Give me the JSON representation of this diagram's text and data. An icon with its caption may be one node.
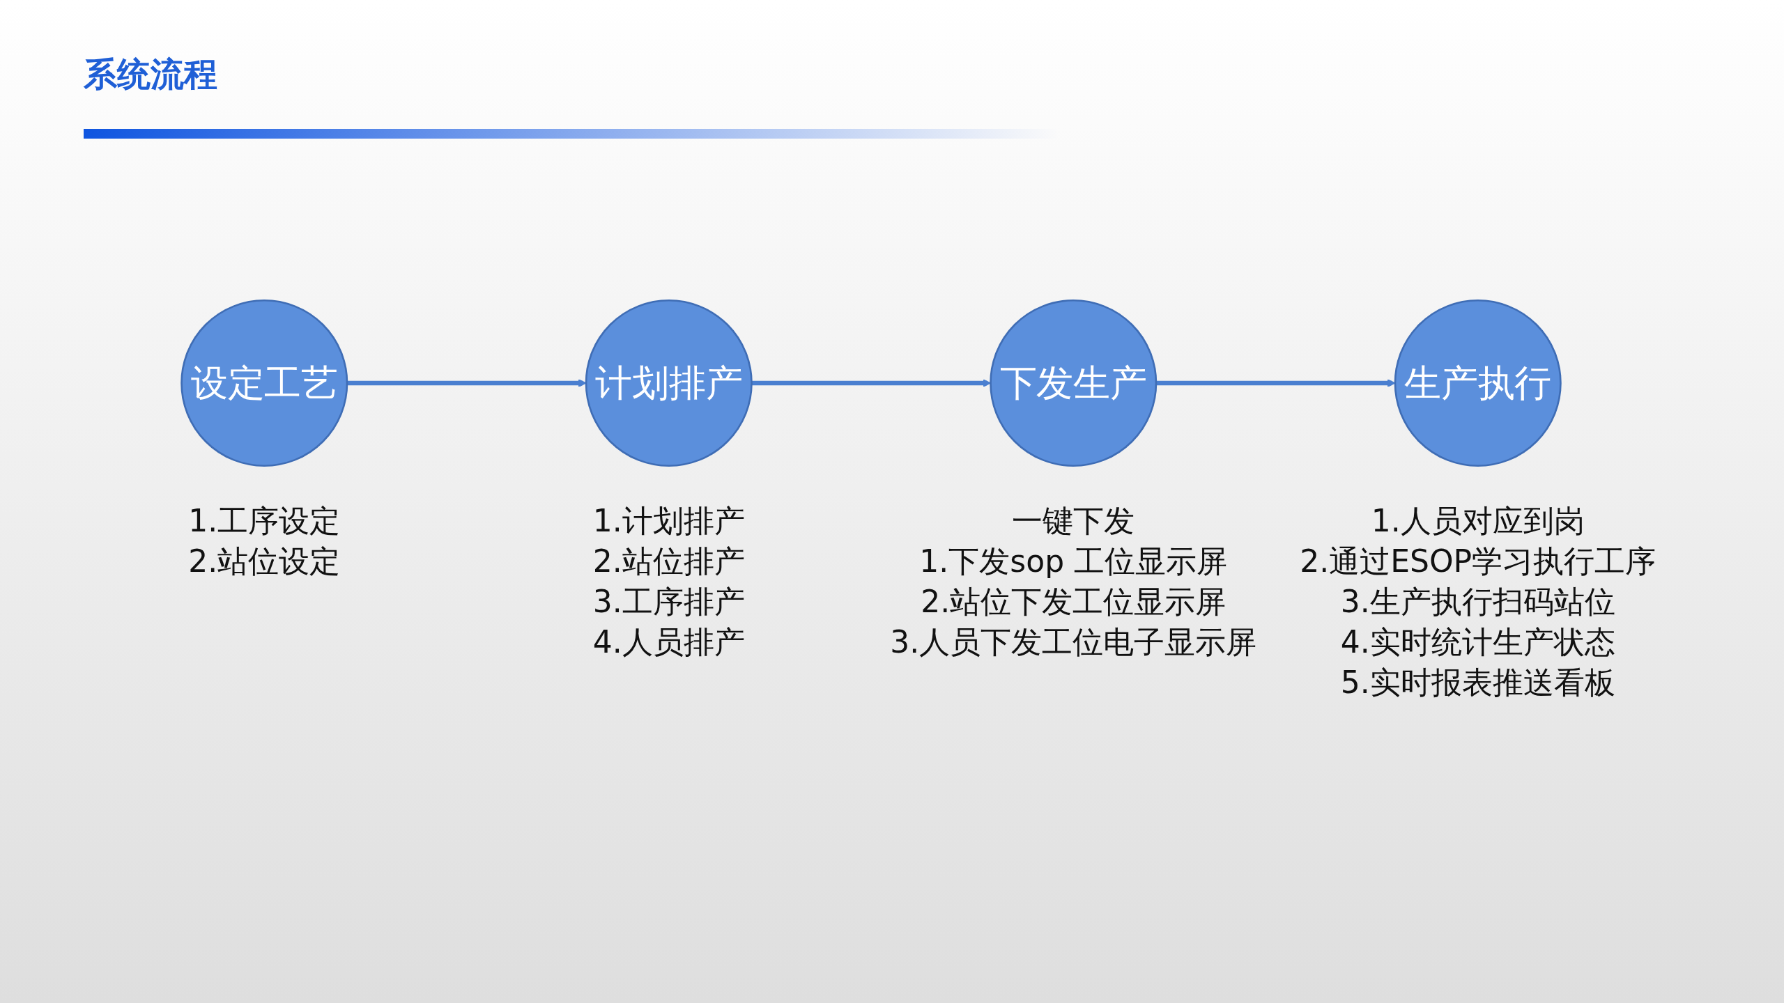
{
  "diagram": {
    "title": "系统流程",
    "nodes": [
      {
        "text": [
          "设定工艺"
        ],
        "beside": [
          "1.工序设定",
          "2.站位设定"
        ]
      },
      {
        "text": [
          "计划排产"
        ],
        "beside": [
          "1.计划排产",
          "2.站位排产",
          "3.工序排产",
          "4.人员排产"
        ]
      },
      {
        "text": [
          "下发生产"
        ],
        "beside": [
          "一键下发",
          "1.下发sop 工位显示屏",
          "2.站位下发工位显示屏",
          "3.人员下发工位电子显示屏"
        ]
      },
      {
        "text": [
          "生产执行"
        ],
        "beside": [
          "1.人员对应到岗",
          "2.通过ESOP学习执行工序",
          "3.生产执行扫码站位",
          "4.实时统计生产状态",
          "5.实时报表推送看板"
        ]
      }
    ],
    "edges": [
      {
        "from": 0,
        "to": 1,
        "arrow": "to"
      },
      {
        "from": 1,
        "to": 2,
        "arrow": "to"
      },
      {
        "from": 2,
        "to": 3,
        "arrow": "to"
      }
    ]
  }
}
